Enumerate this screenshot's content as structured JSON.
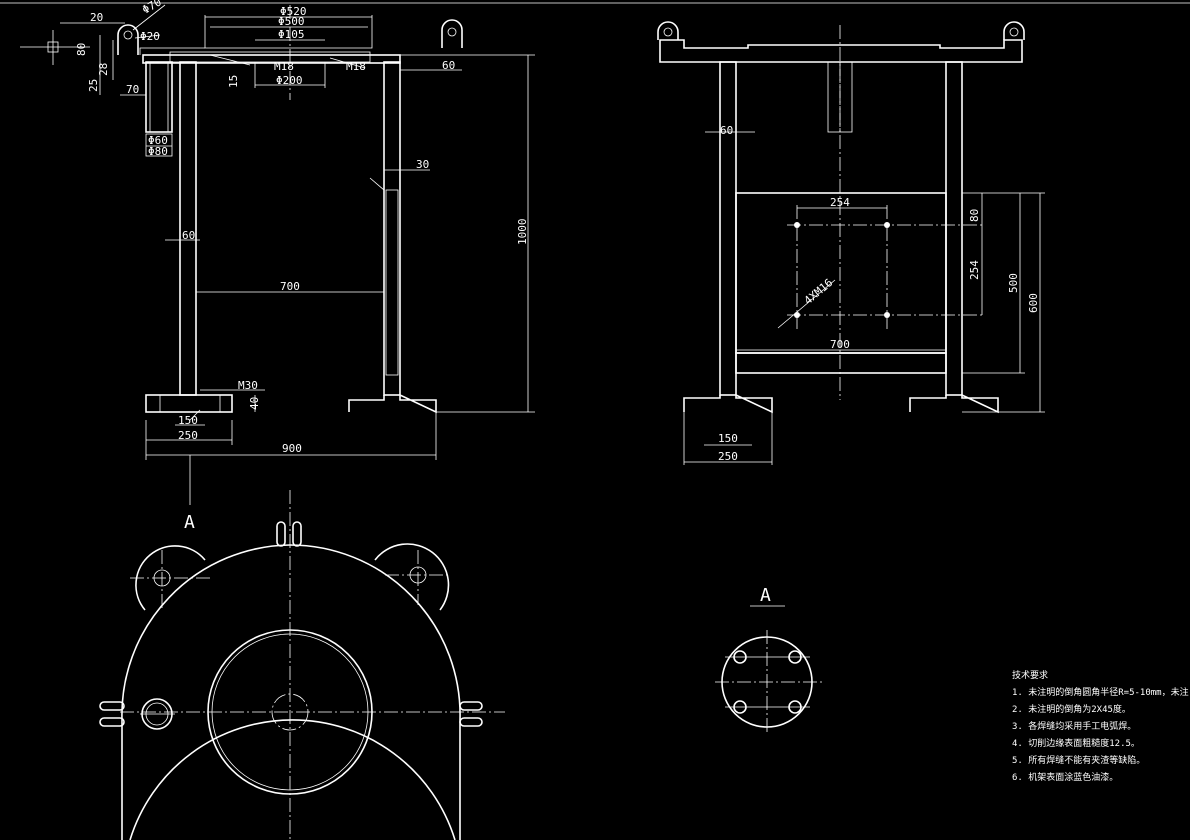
{
  "front_view": {
    "dims": {
      "d520": "Φ520",
      "d500": "Φ500",
      "d105": "Φ105",
      "d200": "Φ200",
      "d70": "Φ70",
      "d20": "Φ20",
      "d60": "Φ60",
      "d80": "Φ80",
      "m18a": "M18",
      "m18b": "M18",
      "m30": "M30",
      "w20": "20",
      "w80": "80",
      "w28": "28",
      "w25": "25",
      "w70": "70",
      "w15": "15",
      "w60top": "60",
      "w30": "30",
      "w60leg": "60",
      "w700": "700",
      "w1000": "1000",
      "w40": "40",
      "w150": "150",
      "w250": "250",
      "w900": "900"
    },
    "section_label": "A"
  },
  "side_view": {
    "dims": {
      "w60": "60",
      "w254h": "254",
      "w254v": "254",
      "w80": "80",
      "w500": "500",
      "w600": "600",
      "w700": "700",
      "holes": "4XM16",
      "w150": "150",
      "w250": "250"
    }
  },
  "detail_view": {
    "label": "A"
  },
  "notes": {
    "title": "技术要求",
    "items": [
      "1. 未注明的倒角圆角半径R=5-10mm，未注",
      "2. 未注明的倒角为2X45度。",
      "3. 各焊缝均采用手工电弧焊。",
      "4. 切削边缘表面粗糙度12.5。",
      "5. 所有焊缝不能有夹渣等缺陷。",
      "6. 机架表面涂蓝色油漆。"
    ]
  }
}
